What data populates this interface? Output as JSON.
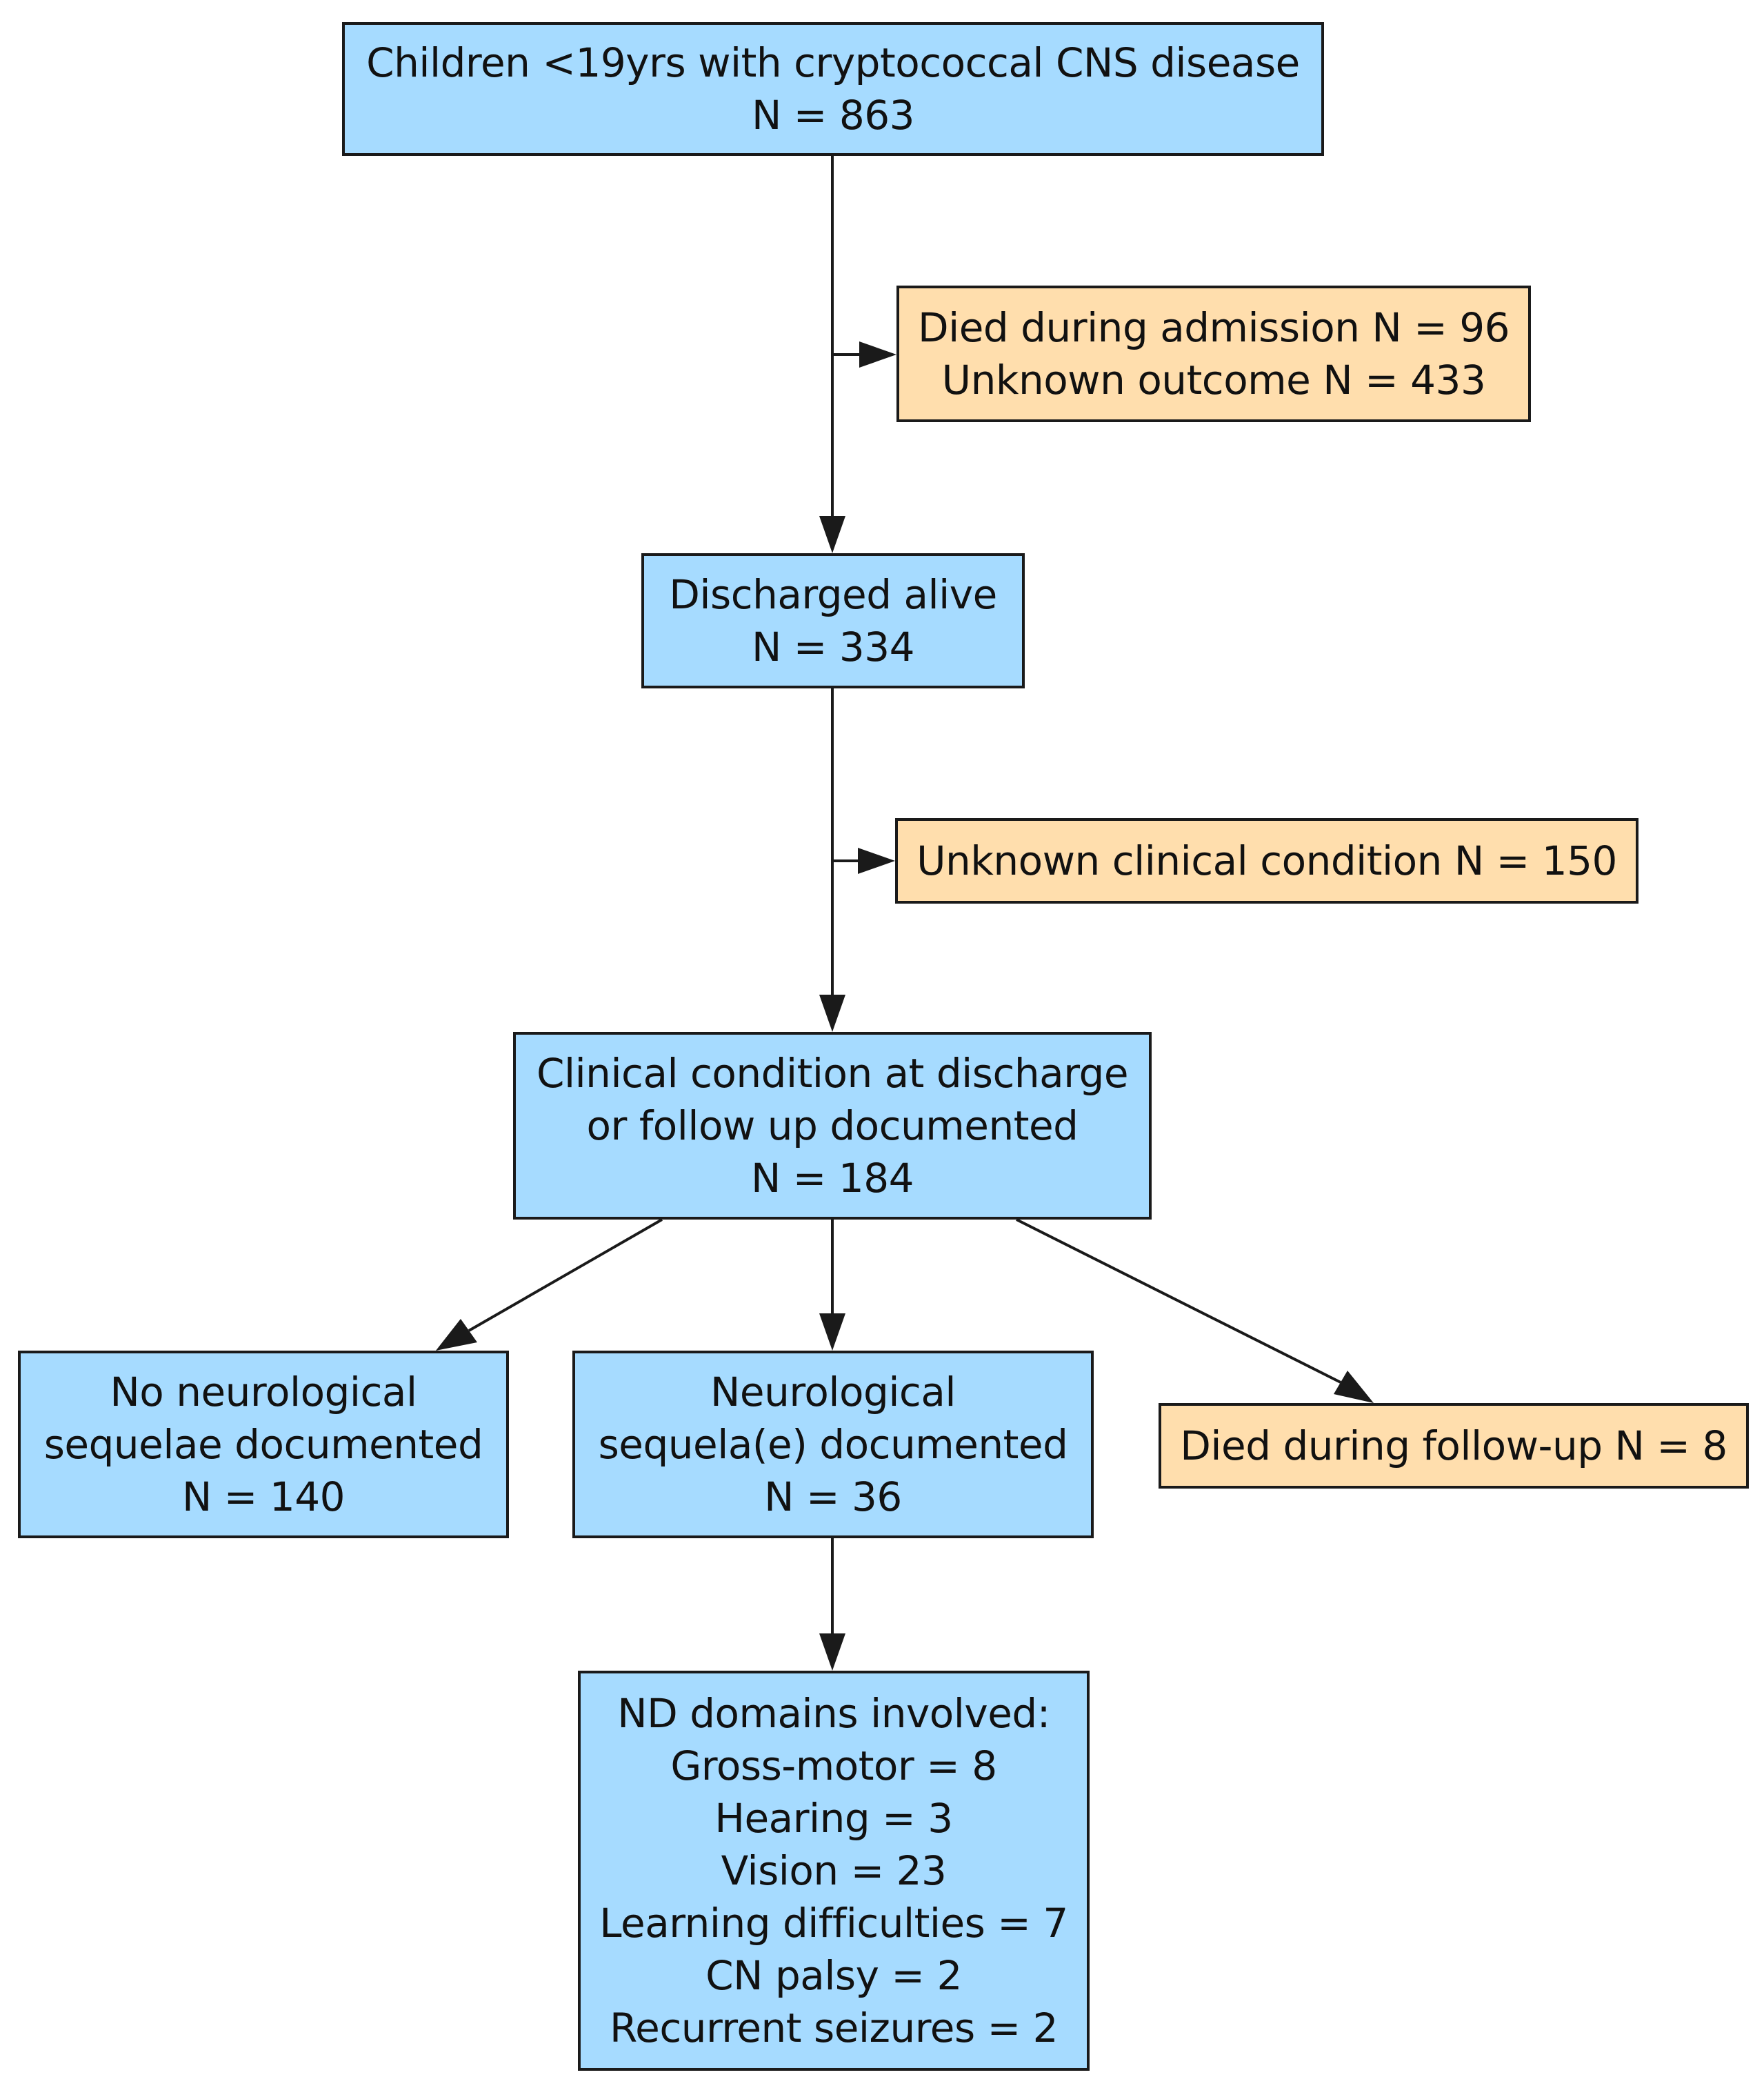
{
  "nodes": {
    "population": {
      "lines": [
        "Children <19yrs with cryptococcal CNS disease",
        "N = 863"
      ]
    },
    "excluded_1": {
      "lines": [
        "Died during admission N = 96",
        "Unknown outcome N = 433"
      ]
    },
    "discharged": {
      "lines": [
        "Discharged alive",
        "N = 334"
      ]
    },
    "excluded_2": {
      "lines": [
        "Unknown clinical condition N = 150"
      ]
    },
    "documented": {
      "lines": [
        "Clinical condition at discharge",
        "or follow up documented",
        "N = 184"
      ]
    },
    "no_sequelae": {
      "lines": [
        "No neurological",
        "sequelae documented",
        "N = 140"
      ]
    },
    "sequelae": {
      "lines": [
        "Neurological",
        "sequela(e) documented",
        "N = 36"
      ]
    },
    "died_followup": {
      "lines": [
        "Died during follow-up N = 8"
      ]
    },
    "domains": {
      "lines": [
        "ND domains involved:",
        "Gross-motor = 8",
        "Hearing = 3",
        "Vision = 23",
        "Learning difficulties = 7",
        "CN palsy = 2",
        "Recurrent seizures = 2"
      ]
    }
  },
  "colors": {
    "included_box": "#a6dbff",
    "excluded_box": "#ffdead",
    "border": "#1a1a1a"
  }
}
